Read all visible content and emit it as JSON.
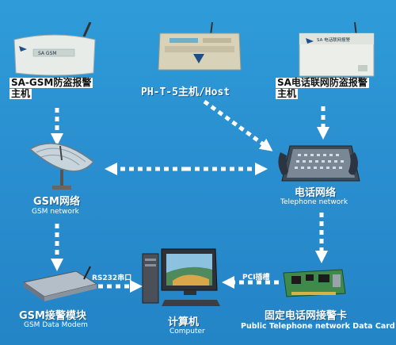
{
  "devices": {
    "gsm_alarm": {
      "label_line1": "SA-GSM防盗报警",
      "label_line2": "主机",
      "panel_text": "SA GSM"
    },
    "host": {
      "label": "PH-T-5主机/Host"
    },
    "tel_alarm": {
      "label_line1": "SA电话联网防盗报警",
      "label_line2": "主机",
      "panel_text": "SA 电话联网报警"
    },
    "gsm_network": {
      "label_zh": "GSM网络",
      "label_en": "GSM network"
    },
    "telephone_network": {
      "label_zh": "电话网络",
      "label_en": "Telephone network"
    },
    "gsm_modem": {
      "label_zh": "GSM接警模块",
      "label_en": "GSM Data Modem"
    },
    "computer": {
      "label_zh": "计算机",
      "label_en": "Computer"
    },
    "data_card": {
      "label_zh": "固定电话网接警卡",
      "label_en": "Public Telephone network Data Card"
    }
  },
  "links": {
    "rs232": "RS232串口",
    "pci": "PCI插槽"
  },
  "colors": {
    "background": "#2a8fd0",
    "arrow": "#ffffff"
  }
}
